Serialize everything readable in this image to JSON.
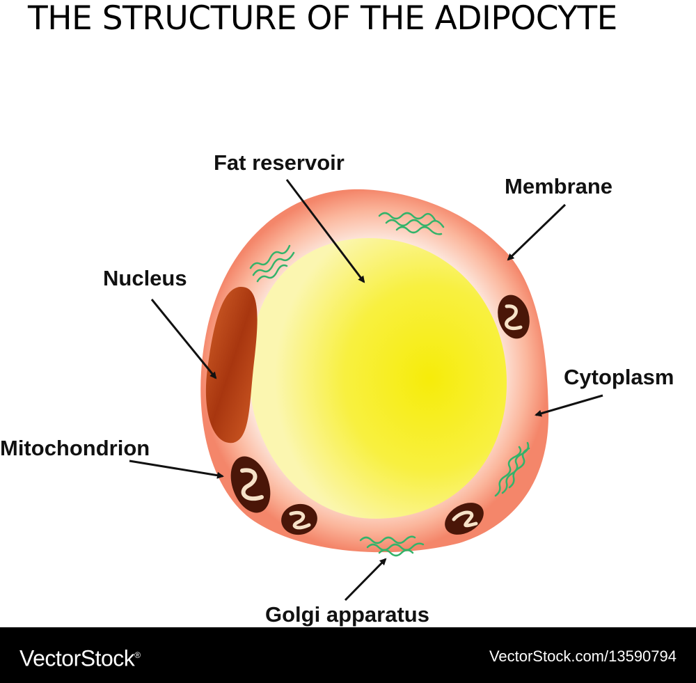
{
  "title": "THE STRUCTURE OF THE ADIPOCYTE",
  "labels": {
    "fat_reservoir": "Fat reservoir",
    "membrane": "Membrane",
    "nucleus": "Nucleus",
    "cytoplasm": "Cytoplasm",
    "mitochondrion": "Mitochondrion",
    "golgi": "Golgi apparatus"
  },
  "footer": {
    "brand": "VectorStock",
    "brand_mark": "®",
    "image_id": "VectorStock.com/13590794"
  },
  "colors": {
    "membrane_outer": "#f4896b",
    "cytoplasm": "#fde6dc",
    "fat_reservoir": "#f5ec12",
    "nucleus": "#c8501f",
    "mitochondrion": "#4a1608",
    "golgi": "#33b36a",
    "arrow": "#111111",
    "footer_bg": "#000000"
  }
}
